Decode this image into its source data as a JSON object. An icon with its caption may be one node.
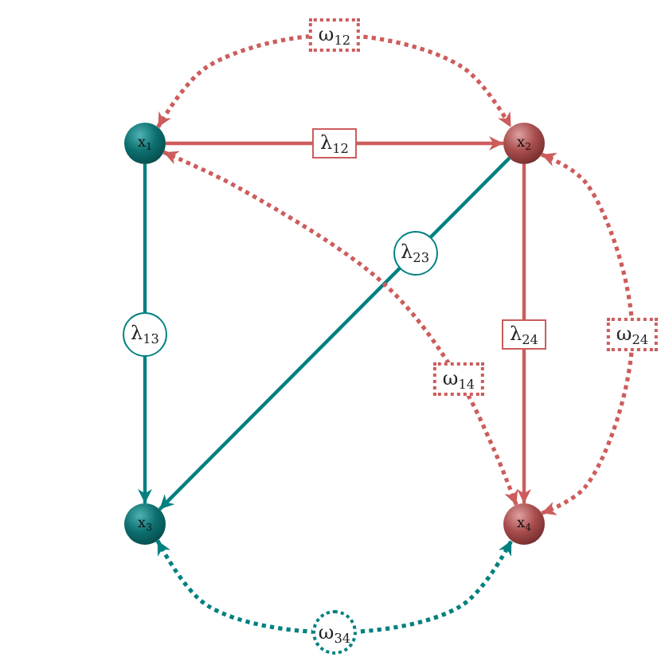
{
  "diagram": {
    "nodes": [
      {
        "text": [
          "x$_{1}$"
        ]
      },
      {
        "text": [
          "x$_{2}$"
        ]
      },
      {
        "text": [
          "x$_{3}$"
        ]
      },
      {
        "text": [
          "x$_{4}$"
        ]
      }
    ],
    "edges": [
      {
        "from": 0,
        "to": 1,
        "arrow": "both",
        "label": "ω$_{12}$",
        "style": "dashed"
      },
      {
        "from": 0,
        "to": 1,
        "arrow": "to",
        "label": "λ$_{12}$"
      },
      {
        "from": 0,
        "to": 2,
        "arrow": "to",
        "label": "λ$_{13}$",
        "color": "#008080"
      },
      {
        "from": 1,
        "to": 2,
        "arrow": "to",
        "label": "λ$_{23}$",
        "color": "#008080"
      },
      {
        "from": 0,
        "to": 3,
        "arrow": "both",
        "label": "ω$_{14}$",
        "style": "dashed"
      },
      {
        "from": 1,
        "to": 3,
        "arrow": "to",
        "label": "λ$_{24}$"
      },
      {
        "from": 1,
        "to": 3,
        "arrow": "both",
        "label": "ω$_{24}$",
        "style": "dashed"
      },
      {
        "from": 2,
        "to": 3,
        "arrow": "both",
        "label": "ω$_{34}$",
        "style": "dashed",
        "color": "#008080"
      }
    ]
  }
}
